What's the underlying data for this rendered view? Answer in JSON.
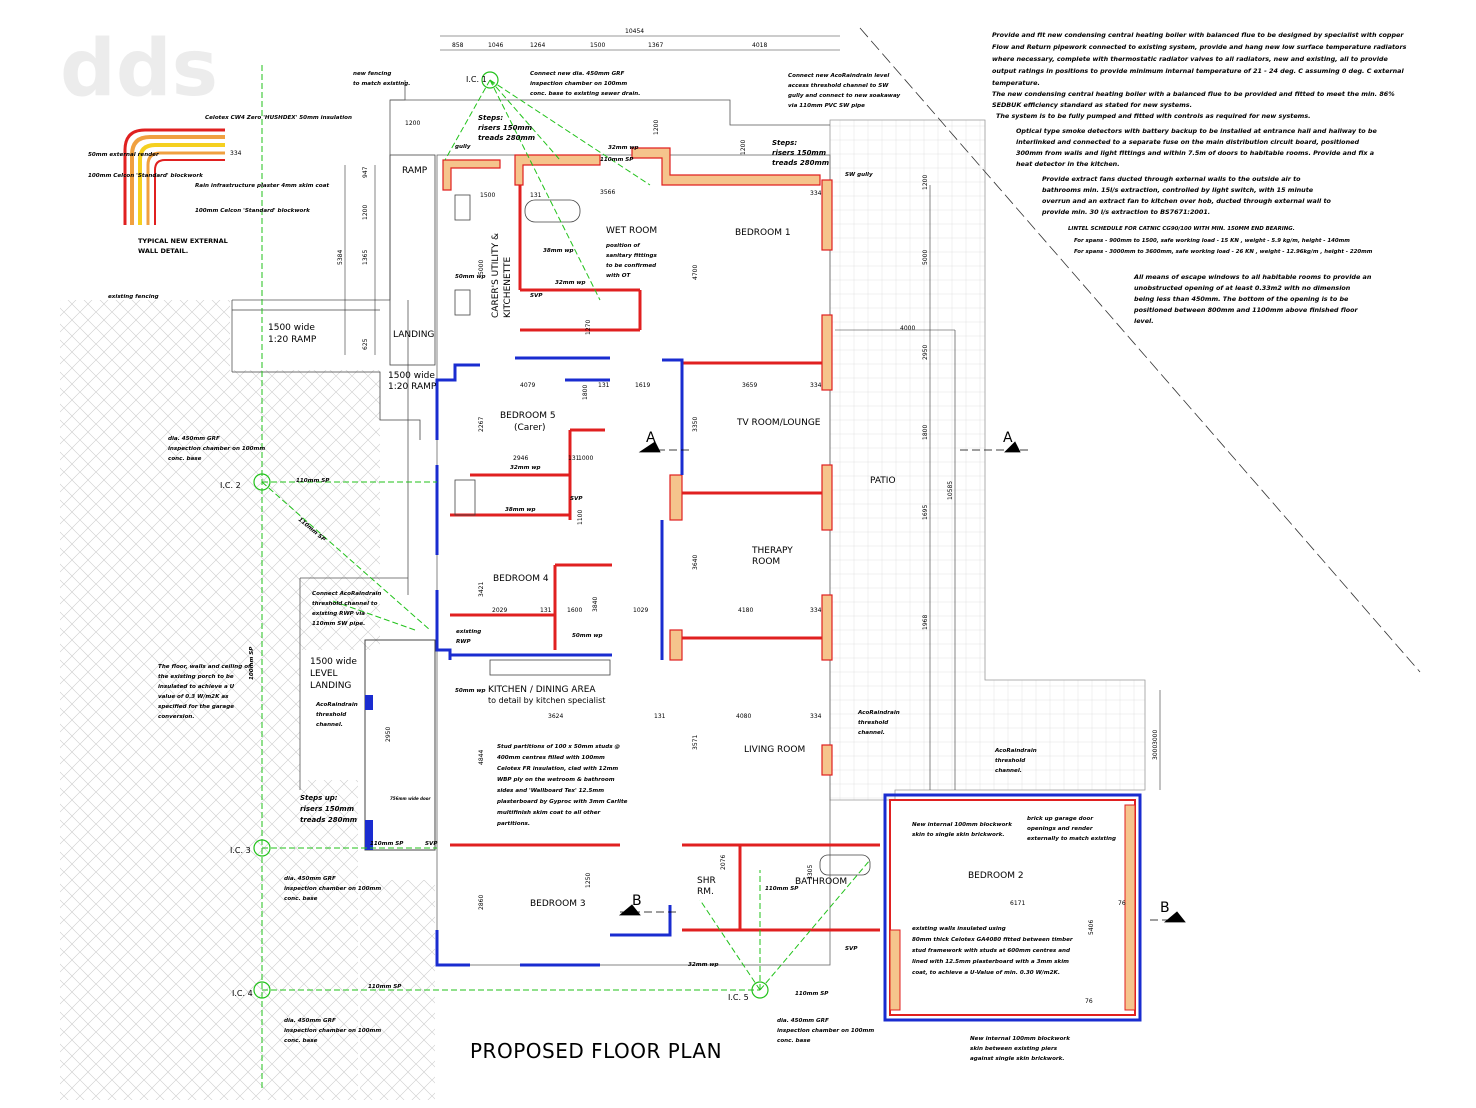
{
  "title": "PROPOSED FLOOR PLAN",
  "logo_text": "dds",
  "overall_dimension": "10454",
  "top_dimensions": [
    "858",
    "1046",
    "1264",
    "1500",
    "1367",
    "4018"
  ],
  "wall_detail": {
    "caption_1": "TYPICAL NEW EXTERNAL",
    "caption_2": "WALL DETAIL.",
    "notes": [
      "Celotex CW4 Zero 'HUSHDEX' 50mm insulation",
      "50mm external render",
      "100mm Celcon 'Standard' blockwork",
      "Rain infrastructure plaster 4mm skim coat",
      "100mm Celcon 'Standard' blockwork"
    ],
    "dim": "334"
  },
  "rooms": [
    {
      "name": "WET ROOM"
    },
    {
      "name": "BEDROOM 1"
    },
    {
      "name": "CARER'S UTILITY &"
    },
    {
      "name": "KITCHENETTE"
    },
    {
      "name": "BEDROOM 5"
    },
    {
      "name": "(Carer)"
    },
    {
      "name": "TV ROOM/LOUNGE"
    },
    {
      "name": "PATIO"
    },
    {
      "name": "THERAPY"
    },
    {
      "name": "ROOM"
    },
    {
      "name": "BEDROOM 4"
    },
    {
      "name": "KITCHEN / DINING AREA"
    },
    {
      "name": "to detail by kitchen specialist"
    },
    {
      "name": "LIVING ROOM"
    },
    {
      "name": "BEDROOM 3"
    },
    {
      "name": "BATHROOM"
    },
    {
      "name": "SHR"
    },
    {
      "name": "RM."
    },
    {
      "name": "BEDROOM 2"
    },
    {
      "name": "RAMP"
    },
    {
      "name": "LANDING"
    }
  ],
  "ramp_labels": [
    "1500 wide",
    "1:20 RAMP",
    "1500 wide",
    "1:20 RAMP",
    "1500 wide",
    "LEVEL",
    "LANDING"
  ],
  "section_markers": [
    "A",
    "A",
    "B",
    "B"
  ],
  "inspection_chambers": [
    "I.C. 1",
    "I.C. 2",
    "I.C. 3",
    "I.C. 4",
    "I.C. 5"
  ],
  "spec_notes": [
    "Provide and fit new condensing central heating boiler with balanced flue to be designed by specialist with copper",
    "Flow and Return pipework connected to existing system, provide and hang new low surface temperature radiators",
    "where necessary, complete with thermostatic radiator valves to all radiators, new and existing, all to provide",
    "output ratings in positions to provide minimum internal temperature of 21 - 24 deg. C assuming 0 deg. C external",
    "temperature.",
    "The new condensing central heating boiler with a balanced flue to be provided and fitted to meet the min. 86%",
    "SEDBUK efficiency standard as stated for new systems.",
    "The system is to be fully pumped and fitted with controls as required for new systems.",
    "Optical type smoke detectors with battery backup to be installed at entrance hall and hallway to be",
    "interlinked and connected to a separate fuse on the main distribution circuit board, positioned",
    "300mm from walls and light fittings and within 7.5m of doors to habitable rooms. Provide and fix a",
    "heat detector in the kitchen.",
    "Provide extract fans ducted through external walls to the outside air to",
    "bathrooms min. 15l/s extraction, controlled by light switch, with 15 minute",
    "overrun and an extract fan to kitchen over hob, ducted through external wall to",
    "provide min. 30 l/s extraction to BS7671:2001.",
    "LINTEL SCHEDULE FOR CATNIC CG90/100 WITH MIN. 150MM END BEARING.",
    "For spans - 900mm to 1500, safe working load - 15 KN , weight - 5.9 kg/m, height - 140mm",
    "For spans - 3000mm to 3600mm, safe working load - 26 KN , weight - 12.96kg/m , height - 220mm",
    "All means of escape windows to all habitable rooms to provide an",
    "unobstructed opening of at least 0.33m2 with no dimension",
    "being less than 450mm. The bottom of the opening is to be",
    "positioned between 800mm and 1100mm above finished floor",
    "level."
  ],
  "annotations": {
    "new_fencing": [
      "new fencing",
      "to match existing."
    ],
    "existing_fencing": "existing fencing",
    "connect_gully": [
      "Connect new dia. 450mm GRF",
      "inspection chamber on 100mm",
      "conc. base to existing sewer drain."
    ],
    "connect_aco": [
      "Connect new AcoRaindrain level",
      "access threshold channel to SW",
      "gully and connect to new soakaway",
      "via 110mm PVC SW pipe"
    ],
    "steps_left": [
      "Steps:",
      "risers 150mm",
      "treads 280mm"
    ],
    "steps_right": [
      "Steps:",
      "risers 150mm",
      "treads 280mm"
    ],
    "steps_porch": [
      "Steps up:",
      "risers 150mm",
      "treads 280mm"
    ],
    "sw_gully": "SW gully",
    "gully": "gully",
    "wet_room_note": [
      "position of",
      "sanitary fittings",
      "to be confirmed",
      "with OT"
    ],
    "ic2_note": [
      "dia. 450mm GRF",
      "inspection chamber on 100mm",
      "conc. base"
    ],
    "ic3_note": [
      "dia. 450mm GRF",
      "inspection chamber on 100mm",
      "conc. base"
    ],
    "ic4_note": [
      "dia. 450mm GRF",
      "inspection chamber on 100mm",
      "conc. base"
    ],
    "ic5_note": [
      "dia. 450mm GRF",
      "inspection chamber on 100mm",
      "conc. base"
    ],
    "aco_threshold_note": [
      "Connect AcoRaindrain",
      "threshold channel to",
      "existing RWP via",
      "110mm SW pipe."
    ],
    "existing_rwp": [
      "existing",
      "RWP"
    ],
    "porch_note": [
      "The floor, walls and ceiling of",
      "the existing porch to be",
      "insulated to achieve a U",
      "value of 0.3 W/m2K as",
      "specified for the garage",
      "conversion."
    ],
    "aco_porch": [
      "AcoRaindrain",
      "threshold",
      "channel."
    ],
    "aco_living": [
      "AcoRaindrain",
      "threshold",
      "channel."
    ],
    "aco_garage": [
      "AcoRaindrain",
      "threshold",
      "channel."
    ],
    "stud_note": [
      "Stud partitions of 100 x 50mm studs @",
      "400mm centres filled with 100mm",
      "Celotex FR insulation, clad with 12mm",
      "WBP ply on the wetroom & bathroom",
      "sides and 'Wallboard Tex' 12.5mm",
      "plasterboard by Gyproc with 3mm Carlite",
      "multifinish skim coat to all other",
      "partitions."
    ],
    "new_blockwork_1": [
      "New internal 100mm blockwork",
      "skin to single skin brickwork."
    ],
    "brick_up": [
      "brick up garage door",
      "openings and render",
      "externally to match existing"
    ],
    "garage_insulation": [
      "existing walls insulated using",
      "80mm thick Celotex GA4080 fitted between timber",
      "stud framework with studs at 600mm centres and",
      "lined with 12.5mm plasterboard with a 3mm skim",
      "coat, to achieve a U-Value of min. 0.30 W/m2K."
    ],
    "new_blockwork_2": [
      "New internal 100mm blockwork",
      "skin between existing piers",
      "against single skin brickwork."
    ],
    "pipes": [
      "110mm SP",
      "110mm SP",
      "110mm SP",
      "110mm SP",
      "110mm SP",
      "110mm SP",
      "110mm SP",
      "110mm SP",
      "100mm SP"
    ],
    "waste": [
      "110mm SP",
      "32mm wp",
      "50mm wp",
      "32mm wp",
      "38mm wp",
      "50mm wp",
      "32mm wp",
      "38mm wp",
      "32mm wp",
      "50mm wp",
      "SVP",
      "SVP",
      "SVP",
      "SVP",
      "110mm SP",
      "110mm SP"
    ],
    "door_note": "756mm wide door"
  },
  "room_dimensions": [
    "1500",
    "3566",
    "334",
    "131",
    "1270",
    "5000",
    "4700",
    "4079",
    "131",
    "1619",
    "3659",
    "334",
    "2267",
    "1000",
    "2946",
    "131",
    "3350",
    "1800",
    "3421",
    "2029",
    "131",
    "1600",
    "1029",
    "4180",
    "334",
    "3640",
    "3624",
    "131",
    "4080",
    "334",
    "4844",
    "3571",
    "1250",
    "2860",
    "2076",
    "3305",
    "5406",
    "6171",
    "76",
    "76",
    "5000",
    "2950",
    "3000",
    "4000",
    "1800",
    "1695",
    "1968",
    "10585",
    "3000",
    "1200",
    "1200",
    "1200",
    "1200",
    "947",
    "1200",
    "1365",
    "5384",
    "625",
    "2950",
    "1100",
    "3840"
  ]
}
